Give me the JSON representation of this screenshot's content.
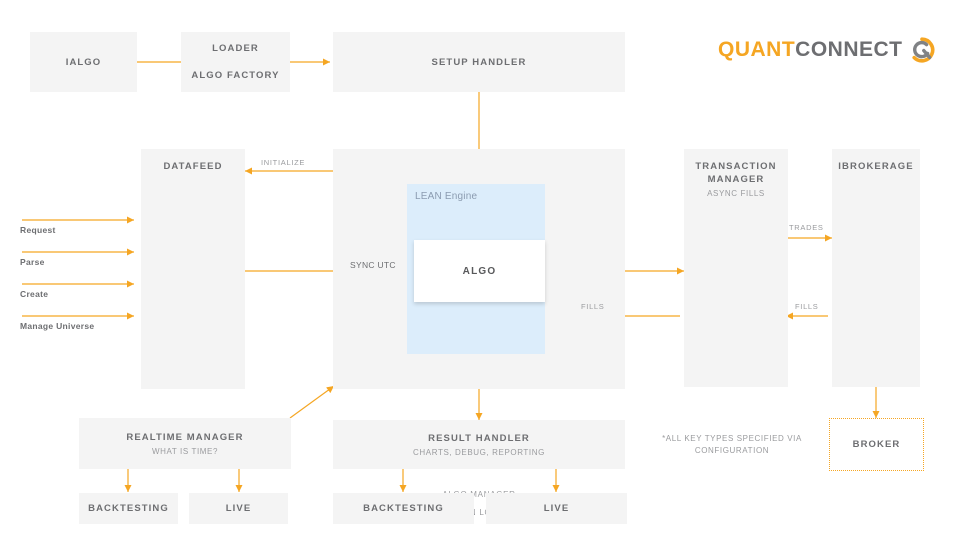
{
  "logo": {
    "part1": "QUANT",
    "part2": "CONNECT",
    "mark": "quantconnect-circle-logo"
  },
  "colors": {
    "accent": "#f5a623",
    "box_fill": "#f4f4f4",
    "panel_fill": "#dcedfb",
    "title_text": "#6d6e71",
    "sub_text": "#9a9b9e"
  },
  "boxes": {
    "ialgo": {
      "title": "IALGO"
    },
    "loader": {
      "title": "LOADER",
      "title2": "ALGO FACTORY"
    },
    "setup_handler": {
      "title": "SETUP HANDLER"
    },
    "datafeed": {
      "title": "DATAFEED"
    },
    "engine": {
      "lean_label": "LEAN Engine",
      "algo_label": "ALGO",
      "algo_manager": "ALGO MANAGER",
      "main_loop": "MAIN LOOP"
    },
    "transaction_manager": {
      "title": "TRANSACTION\nMANAGER",
      "sub": "ASYNC FILLS"
    },
    "ibrokerage": {
      "title": "IBROKERAGE"
    },
    "realtime_manager": {
      "title": "REALTIME MANAGER",
      "sub": "WHAT IS TIME?"
    },
    "result_handler": {
      "title": "RESULT HANDLER",
      "sub": "CHARTS, DEBUG, REPORTING"
    },
    "broker": {
      "title": "BROKER"
    },
    "rt_backtesting": {
      "title": "BACKTESTING"
    },
    "rt_live": {
      "title": "LIVE"
    },
    "rh_backtesting": {
      "title": "BACKTESTING"
    },
    "rh_live": {
      "title": "LIVE"
    }
  },
  "edge_labels": {
    "initialize": "INITIALIZE",
    "sync_utc": "SYNC UTC",
    "trades": "TRADES",
    "fills_right": "FILLS",
    "fills_mid": "FILLS"
  },
  "left_flows": [
    {
      "label": "Request"
    },
    {
      "label": "Parse"
    },
    {
      "label": "Create"
    },
    {
      "label": "Manage Universe"
    }
  ],
  "note": "*ALL KEY TYPES SPECIFIED VIA\nCONFIGURATION"
}
